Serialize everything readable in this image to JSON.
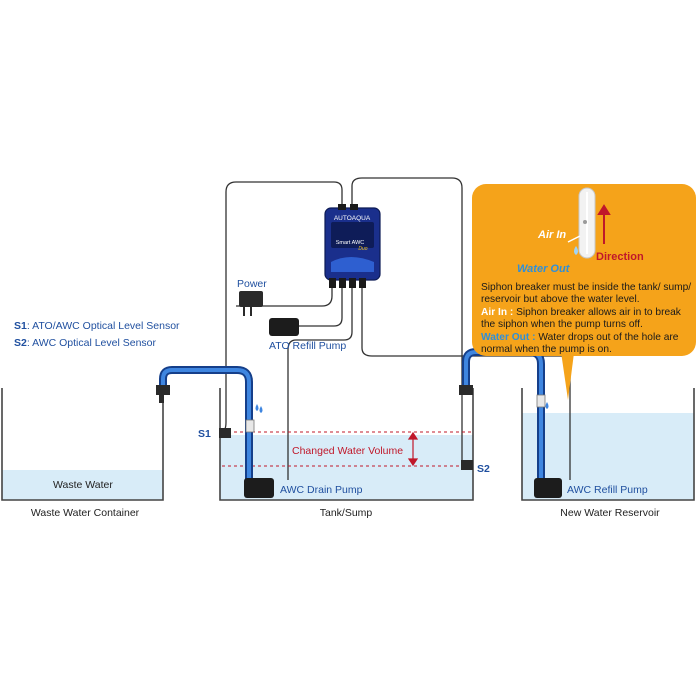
{
  "legend": {
    "s1_key": "S1",
    "s1_text": ": ATO/AWC Optical Level Sensor",
    "s2_key": "S2",
    "s2_text": ": AWC Optical Level Sensor"
  },
  "device": {
    "brand": "AUTOAQUA",
    "model": "Smart AWC",
    "model_suffix": "Duo"
  },
  "power_label": "Power",
  "ato_pump_label": "ATO Refill Pump",
  "drain_pump_label": "AWC Drain Pump",
  "refill_pump_label": "AWC Refill Pump",
  "sensor_s1": "S1",
  "sensor_s2": "S2",
  "changed_volume_label": "Changed Water Volume",
  "waste_water_label": "Waste Water",
  "containers": {
    "waste": "Waste Water Container",
    "tank": "Tank/Sump",
    "reservoir": "New Water Reservoir"
  },
  "callout": {
    "air_in": "Air In",
    "water_out": "Water Out",
    "direction": "Direction",
    "line1": "Siphon breaker must be inside the tank/ sump/ reservoir but above the water level.",
    "air_in_key": "Air In :",
    "air_in_text": " Siphon breaker allows air in to break the  siphon when the pump turns off.",
    "water_out_key": "Water Out :",
    "water_out_text": " Water drops out of the hole are normal when the pump is on."
  },
  "colors": {
    "pipe_blue": "#1f5fbf",
    "water": "#d8ecf8",
    "callout_orange": "#f5a31a",
    "label_blue": "#1f4f9f",
    "volume_red": "#c0182a"
  }
}
